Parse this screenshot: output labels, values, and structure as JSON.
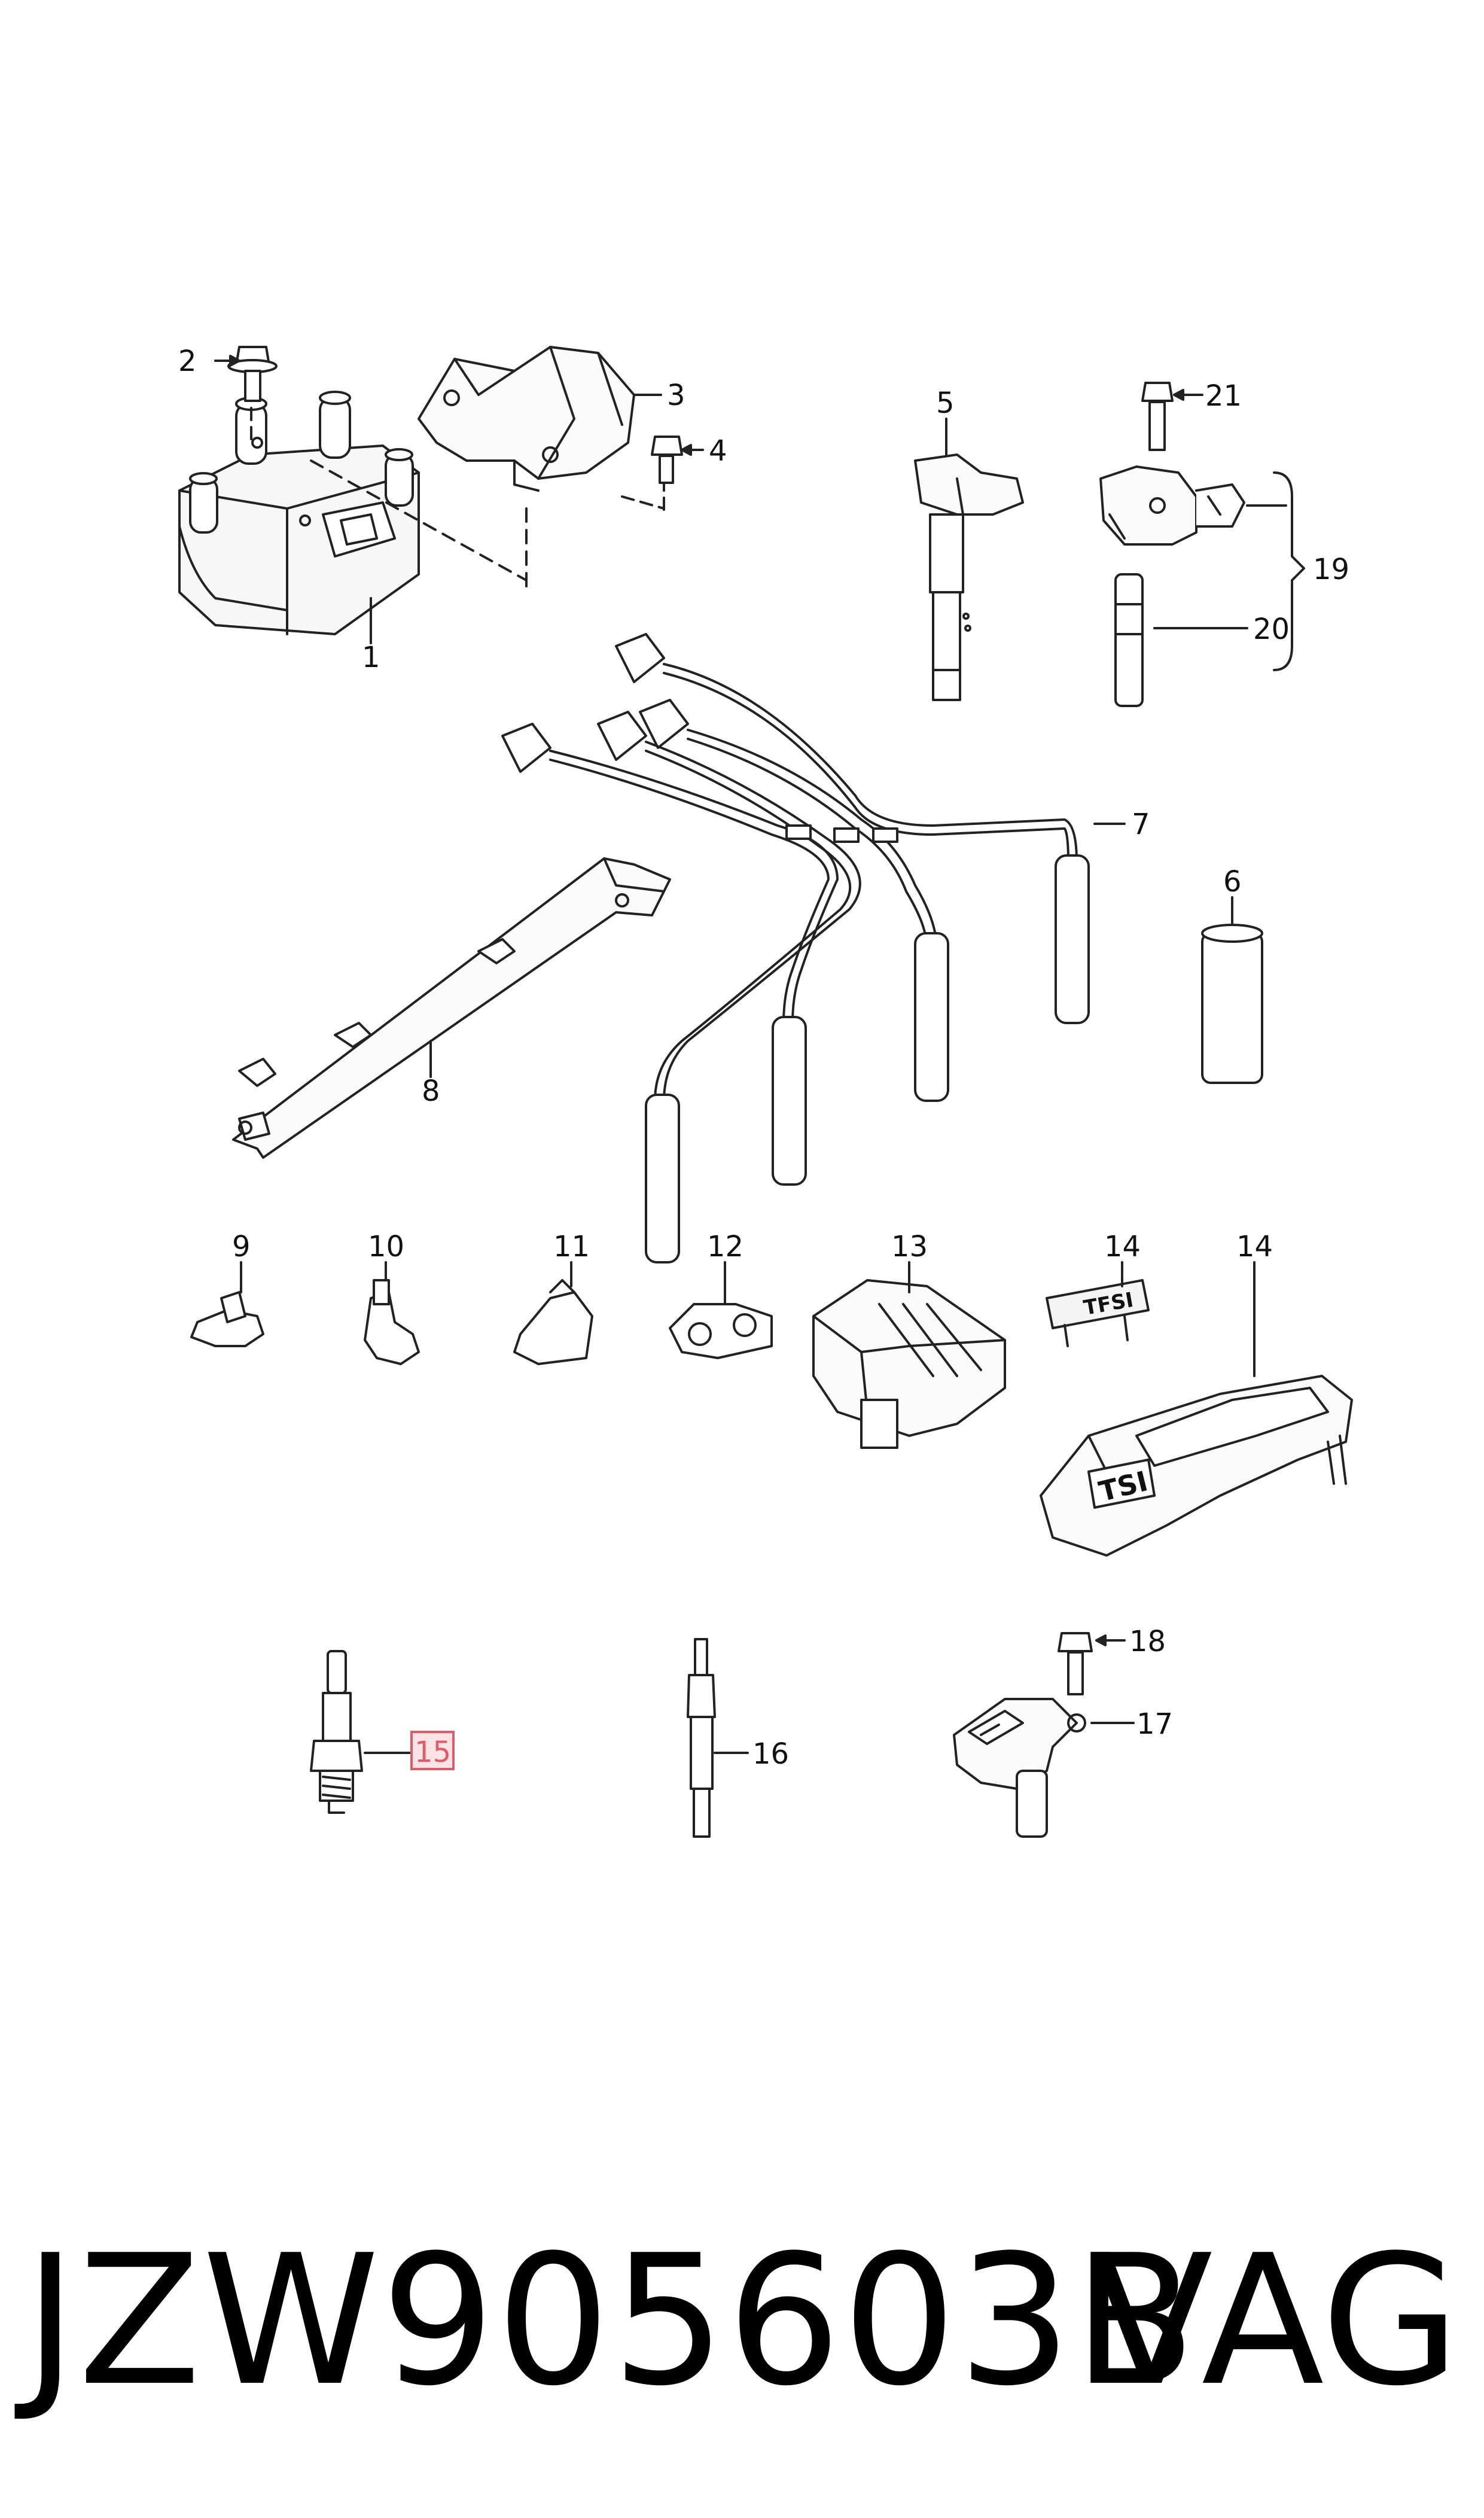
{
  "diagram": {
    "callouts": {
      "c1": "1",
      "c2": "2",
      "c3": "3",
      "c4": "4",
      "c5": "5",
      "c6": "6",
      "c7": "7",
      "c8": "8",
      "c9": "9",
      "c10": "10",
      "c11": "11",
      "c12": "12",
      "c13": "13",
      "c14a": "14",
      "c14b": "14",
      "c15": "15",
      "c16": "16",
      "c17": "17",
      "c18": "18",
      "c19": "19",
      "c20": "20",
      "c21": "21"
    },
    "highlight_color": "#e05a6a",
    "line_color": "#222222",
    "logo_text": "TFSI",
    "part_logo_text": "TSI"
  },
  "footer": {
    "part_number": "JZW905603B",
    "brand": "VAG"
  }
}
